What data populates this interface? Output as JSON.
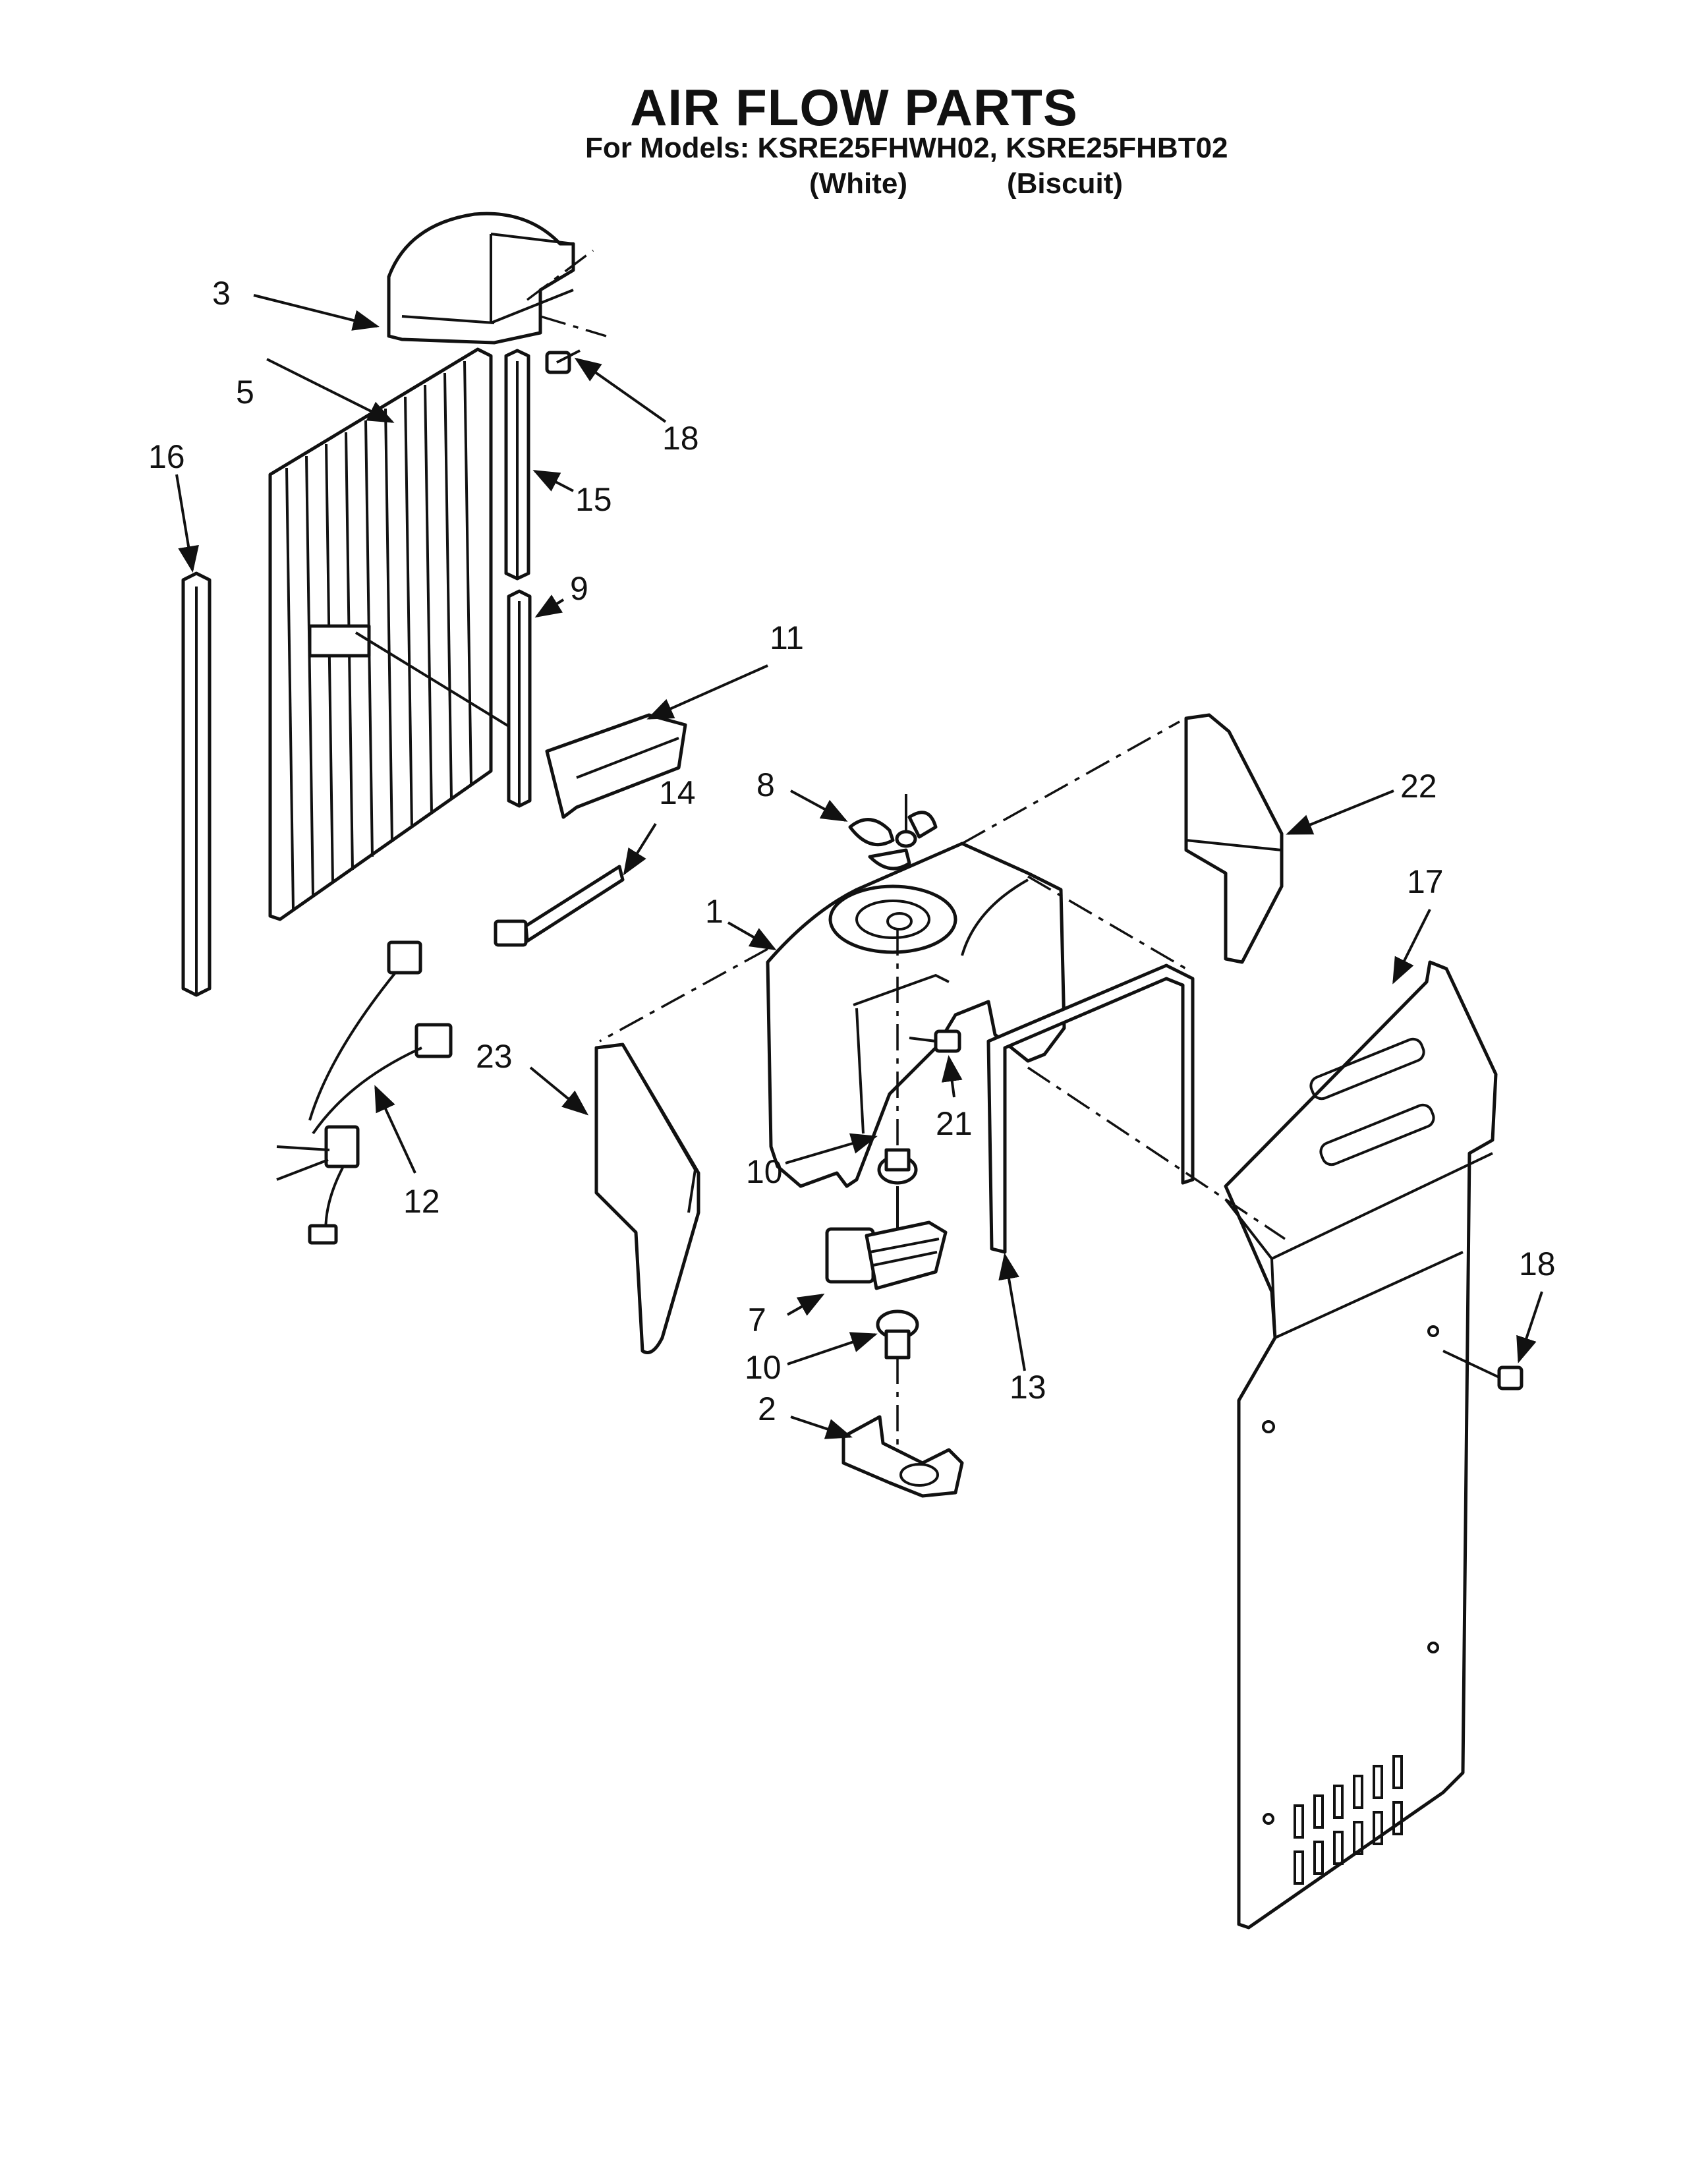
{
  "header": {
    "title": "AIR FLOW PARTS",
    "subtitle": "For Models: KSRE25FHWH02, KSRE25FHBT02",
    "variants": [
      "(White)",
      "(Biscuit)"
    ]
  },
  "callouts": [
    {
      "id": "c3",
      "label": "3"
    },
    {
      "id": "c5",
      "label": "5"
    },
    {
      "id": "c16",
      "label": "16"
    },
    {
      "id": "c18a",
      "label": "18"
    },
    {
      "id": "c15",
      "label": "15"
    },
    {
      "id": "c9",
      "label": "9"
    },
    {
      "id": "c11",
      "label": "11"
    },
    {
      "id": "c8",
      "label": "8"
    },
    {
      "id": "c22",
      "label": "22"
    },
    {
      "id": "c14",
      "label": "14"
    },
    {
      "id": "c1",
      "label": "1"
    },
    {
      "id": "c17",
      "label": "17"
    },
    {
      "id": "c23",
      "label": "23"
    },
    {
      "id": "c12",
      "label": "12"
    },
    {
      "id": "c21",
      "label": "21"
    },
    {
      "id": "c10a",
      "label": "10"
    },
    {
      "id": "c7",
      "label": "7"
    },
    {
      "id": "c10b",
      "label": "10"
    },
    {
      "id": "c13",
      "label": "13"
    },
    {
      "id": "c18b",
      "label": "18"
    },
    {
      "id": "c2",
      "label": "2"
    }
  ]
}
